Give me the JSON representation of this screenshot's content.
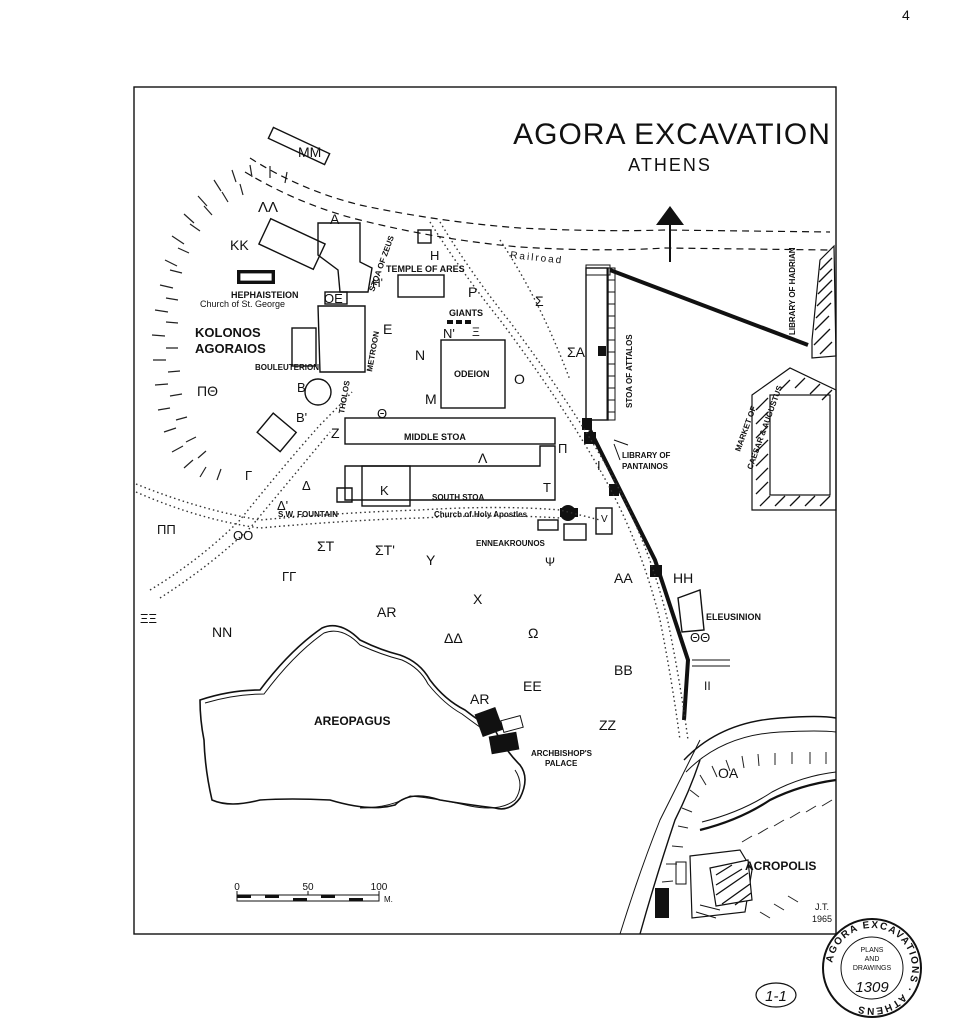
{
  "title": "AGORA EXCAVATION",
  "subtitle": "ATHENS",
  "page_mark": "4",
  "labels": {
    "mm": "MM",
    "ll": "ΛΛ",
    "kk": "KK",
    "a": "A",
    "eta": "H",
    "hephaisteion": "HEPHAISTEION",
    "church_st_george": "Church of St. George",
    "railroad": "Railroad",
    "temple_of_ares": "TEMPLE OF ARES",
    "rho": "P",
    "sigma": "Σ",
    "stoa_of_zeus": "STOA OF ZEUS",
    "h_prime": "H'",
    "oe": "OE",
    "giants": "GIANTS",
    "kolonos": "KOLONOS",
    "agoraios": "AGORAIOS",
    "epsilon": "E",
    "n_prime": "N'",
    "xi": "Ξ",
    "sigma_alpha": "ΣA",
    "metroon": "METROON",
    "nu": "N",
    "odeion": "ODEION",
    "omicron": "O",
    "stoa_of_attalos": "STOA OF ATTALOS",
    "library_of_hadrian": "LIBRARY OF HADRIAN",
    "bouleuterion": "BOULEUTERION",
    "beta": "B",
    "tholos": "THOLOS",
    "pi_theta": "ΠΘ",
    "mu": "M",
    "theta": "Θ",
    "beta_prime": "B'",
    "zeta": "Z",
    "middle_stoa": "MIDDLE STOA",
    "pi": "Π",
    "market_line1": "MARKET OF",
    "market_line2": "CAESAR & AUGUSTUS",
    "gamma": "Γ",
    "library_of_pantainos_1": "LIBRARY OF",
    "library_of_pantainos_2": "PANTAINOS",
    "lambda": "Λ",
    "iota": "I",
    "delta": "Δ",
    "delta_prime": "Δ'",
    "kappa": "K",
    "south_stoa": "SOUTH STOA",
    "tau": "T",
    "pipi": "ΠΠ",
    "oo": "OO",
    "sw_fountain": "S.W. FOUNTAIN",
    "church_holy_apostles": "Church of Holy Apostles",
    "upsilon_small": "V",
    "st": "ΣT",
    "st_prime": "ΣT'",
    "enneakrounos": "ENNEAKROUNOS",
    "gg": "ΓΓ",
    "y": "Y",
    "psi": "Ψ",
    "aa": "AA",
    "hh": "HH",
    "chi": "X",
    "ar": "AR",
    "eleusinion": "ELEUSINION",
    "xixi": "ΞΞ",
    "nn": "NN",
    "dd": "ΔΔ",
    "omega": "Ω",
    "thth": "ΘΘ",
    "ee": "EE",
    "bb": "BB",
    "ii": "II",
    "areopagus": "AREOPAGUS",
    "ar2": "AR",
    "zz": "ZZ",
    "archbishops_1": "ARCHBISHOP'S",
    "archbishops_2": "PALACE",
    "oa": "OA",
    "acropolis": "ACROPOLIS"
  },
  "scale_bar": {
    "ticks": [
      "0",
      "50",
      "100"
    ],
    "unit": "M."
  },
  "credit": {
    "initials": "J.T.",
    "year": "1965"
  },
  "stamp": {
    "outer_text": "AGORA EXCAVATIONS · ATHENS",
    "line1": "PLANS",
    "line2": "AND",
    "line3": "DRAWINGS",
    "number": "1309"
  },
  "sheet_mark": "1-1"
}
